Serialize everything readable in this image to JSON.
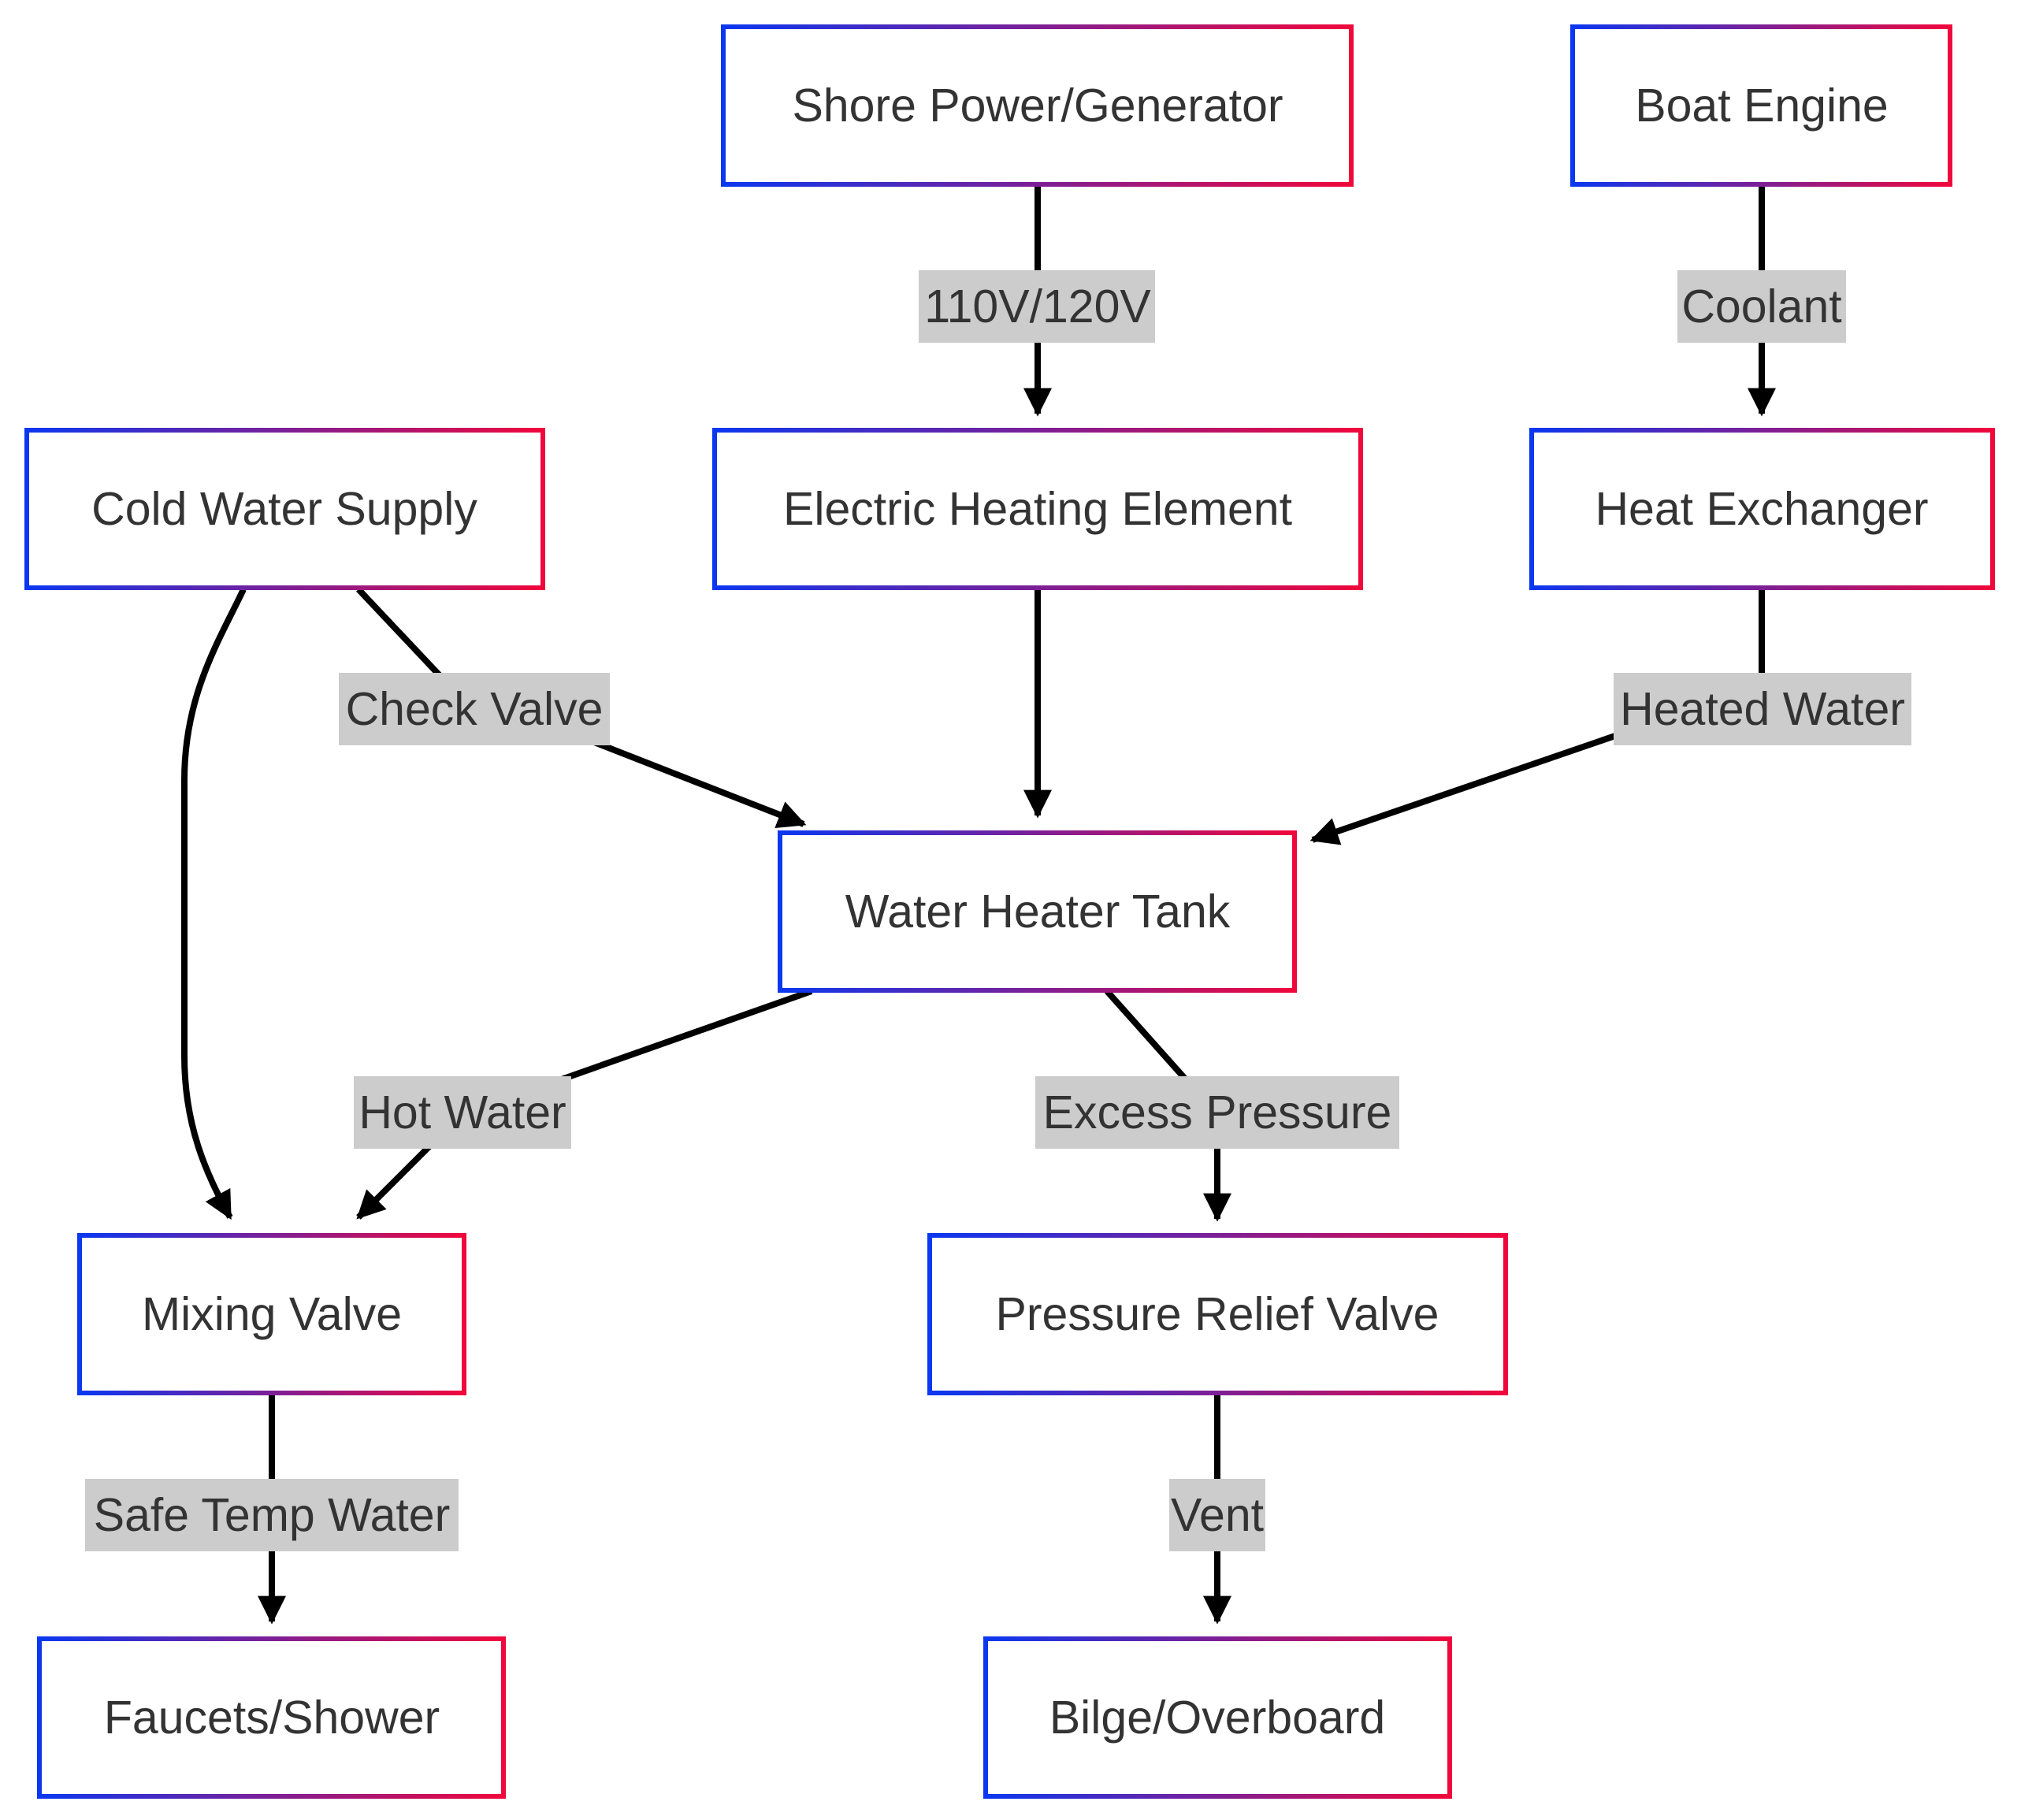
{
  "nodes": {
    "shore_power": {
      "label": "Shore Power/Generator"
    },
    "boat_engine": {
      "label": "Boat Engine"
    },
    "cold_water": {
      "label": "Cold Water Supply"
    },
    "electric_element": {
      "label": "Electric Heating Element"
    },
    "heat_exchanger": {
      "label": "Heat Exchanger"
    },
    "water_heater_tank": {
      "label": "Water Heater Tank"
    },
    "mixing_valve": {
      "label": "Mixing Valve"
    },
    "pressure_relief": {
      "label": "Pressure Relief Valve"
    },
    "faucets": {
      "label": "Faucets/Shower"
    },
    "bilge": {
      "label": "Bilge/Overboard"
    }
  },
  "edges": {
    "shore_to_element": {
      "label": "110V/120V"
    },
    "engine_to_exchanger": {
      "label": "Coolant"
    },
    "cold_to_tank": {
      "label": "Check Valve"
    },
    "exchanger_to_tank": {
      "label": "Heated Water"
    },
    "tank_to_mixing": {
      "label": "Hot Water"
    },
    "tank_to_relief": {
      "label": "Excess Pressure"
    },
    "mixing_to_faucets": {
      "label": "Safe Temp Water"
    },
    "relief_to_bilge": {
      "label": "Vent"
    }
  },
  "colors": {
    "node_border_start": "#0a37f0",
    "node_border_end": "#f0073c",
    "edge_line": "#000000",
    "edge_label_bg": "#cccccc",
    "text": "#333333"
  }
}
